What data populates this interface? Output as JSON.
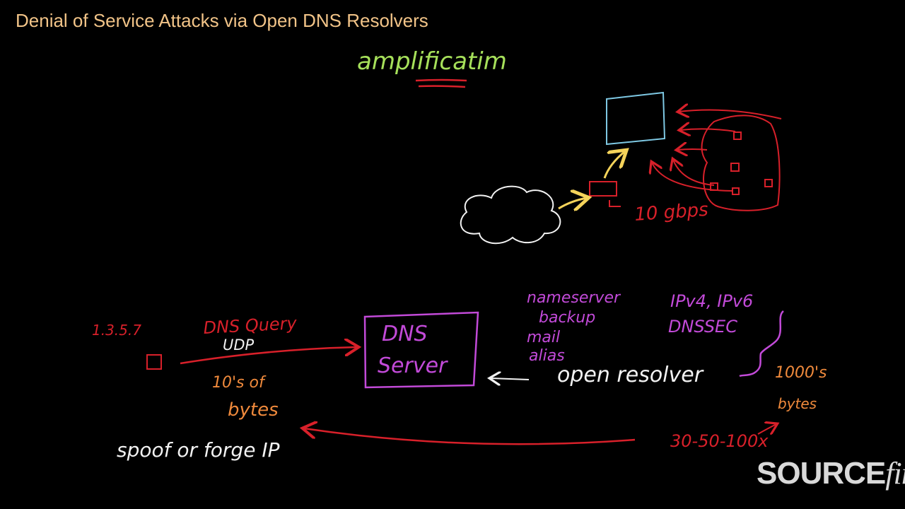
{
  "title": "Denial of Service Attacks via Open DNS Resolvers",
  "colors": {
    "background": "#000000",
    "title": "#f2c488",
    "red": "#d8202a",
    "purple": "#c24ad8",
    "orange": "#f08a3c",
    "white": "#f2f2f2",
    "green": "#a6e05a",
    "yellow": "#f5d35a",
    "blue": "#7ec8e3"
  },
  "annotations": {
    "amplification": "amplificatim",
    "bandwidth": "10 gbps",
    "ip_address": "1.3.5.7",
    "dns_query": "DNS Query",
    "udp": "UDP",
    "dns_server_line1": "DNS",
    "dns_server_line2": "Server",
    "record_types": [
      "nameserver",
      "backup",
      "mail",
      "alias"
    ],
    "ip_versions": "IPv4, IPv6",
    "dnssec": "DNSSEC",
    "open_resolver": "open resolver",
    "small_size_line1": "10's of",
    "small_size_line2": "bytes",
    "large_size_line1": "1000's",
    "large_size_line2": "bytes",
    "spoof": "spoof or forge IP",
    "amplification_factor": "30-50-100x"
  },
  "logo": {
    "main": "SOURCE",
    "accent": "fire",
    "mark": "®"
  }
}
